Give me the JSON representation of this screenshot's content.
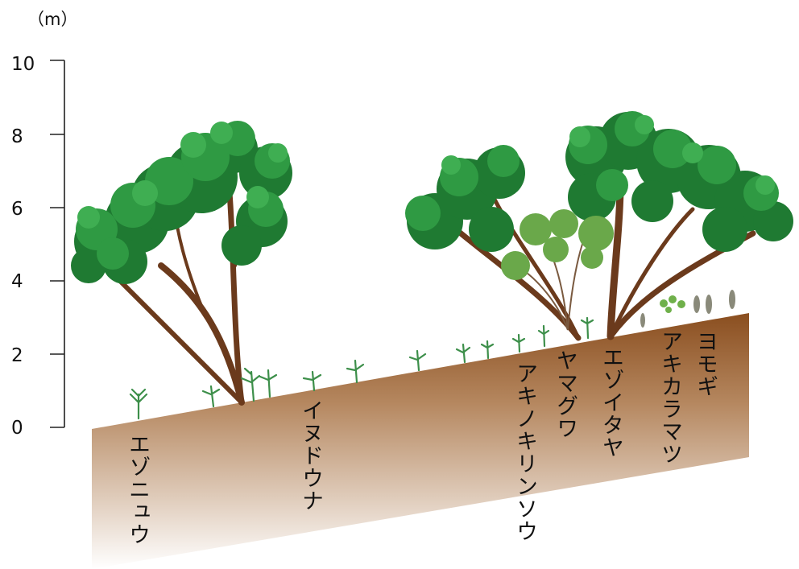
{
  "axis": {
    "unit": "（m）",
    "ticks": [
      "10",
      "8",
      "6",
      "4",
      "2",
      "0"
    ]
  },
  "species": {
    "ezonyu": "エゾニュウ",
    "inudouna": "イヌドウナ",
    "akinokirinsou": "アキノキリンソウ",
    "yamaguwa": "ヤマグワ",
    "ezoitaya": "エゾイタヤ",
    "akikaramatsu": "アキカラマツ",
    "yomogi": "ヨモギ"
  },
  "colors": {
    "soil_top": "#8a4e1f",
    "soil_bottom": "#ffffff",
    "foliage_dark": "#1f7a32",
    "foliage": "#2f9a43",
    "foliage_light": "#3fae52",
    "mulberry": "#6aa84a",
    "trunk": "#6b3a1c",
    "herb": "#3d8f4a"
  }
}
